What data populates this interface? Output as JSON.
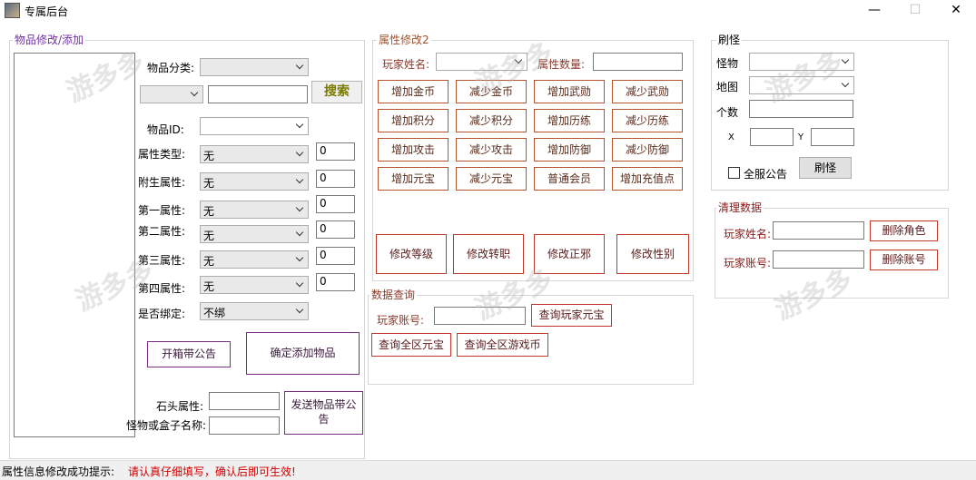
{
  "window": {
    "title": "专属后台",
    "min": "—",
    "max": "☐",
    "close": "✕"
  },
  "item_group": {
    "label": "物品修改/添加",
    "category_label": "物品分类:",
    "search_btn": "搜索",
    "item_id_label": "物品ID:",
    "attr_type_label": "属性类型:",
    "attr_type_val": "无",
    "attr_type_num": "0",
    "extra_attr_label": "附生属性:",
    "extra_attr_val": "无",
    "extra_attr_num": "0",
    "attr1_label": "第一属性:",
    "attr1_val": "无",
    "attr1_num": "0",
    "attr2_label": "第二属性:",
    "attr2_val": "无",
    "attr2_num": "0",
    "attr3_label": "第三属性:",
    "attr3_val": "无",
    "attr3_num": "0",
    "attr4_label": "第四属性:",
    "attr4_val": "无",
    "attr4_num": "0",
    "bind_label": "是否绑定:",
    "bind_val": "不绑",
    "box_announce_btn": "开箱带公告",
    "confirm_add_btn": "确定添加物品",
    "stone_label": "石头属性:",
    "monster_box_label": "怪物或盒子名称:",
    "send_item_btn": "发送物品带公告"
  },
  "attr_group": {
    "label": "属性修改2",
    "player_name_label": "玩家姓名:",
    "attr_count_label": "属性数量:",
    "buttons": [
      "增加金币",
      "减少金币",
      "增加武勋",
      "减少武勋",
      "增加积分",
      "减少积分",
      "增加历练",
      "减少历练",
      "增加攻击",
      "减少攻击",
      "增加防御",
      "减少防御",
      "增加元宝",
      "减少元宝",
      "普通会员",
      "增加充值点"
    ],
    "big_buttons": [
      "修改等级",
      "修改转职",
      "修改正邪",
      "修改性别"
    ]
  },
  "query_group": {
    "label": "数据查询",
    "account_label": "玩家账号:",
    "query_yuanbao_btn": "查询玩家元宝",
    "query_all_yuanbao_btn": "查询全区元宝",
    "query_all_coin_btn": "查询全区游戏币"
  },
  "monster_group": {
    "label": "刷怪",
    "monster_label": "怪物",
    "map_label": "地图",
    "count_label": "个数",
    "x_label": "X",
    "y_label": "Y",
    "announce_all_label": "全服公告",
    "spawn_btn": "刷怪"
  },
  "clean_group": {
    "label": "清理数据",
    "player_name_label": "玩家姓名:",
    "delete_role_btn": "删除角色",
    "account_label": "玩家账号:",
    "delete_account_btn": "删除账号"
  },
  "status": {
    "label": "属性信息修改成功提示:",
    "message": "请认真仔细填写，确认后即可生效!"
  }
}
